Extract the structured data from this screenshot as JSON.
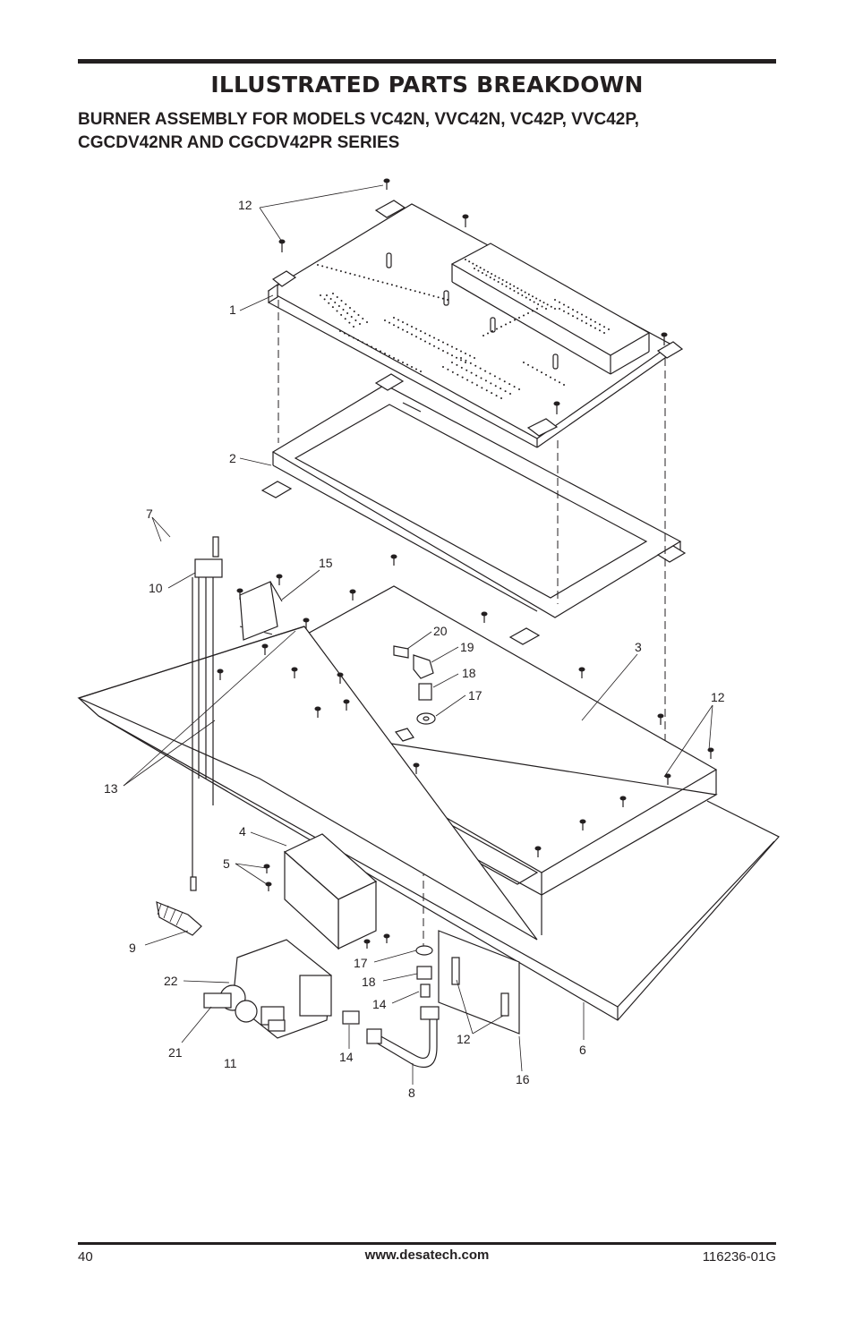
{
  "header": {
    "title": "ILLUSTRATED PARTS BREAKDOWN",
    "subtitle_line1": "BURNER ASSEMBLY FOR MODELS VC42N, VVC42N, VC42P, VVC42P,",
    "subtitle_line2": "CGCDV42NR AND CGCDV42PR SERIES"
  },
  "diagram": {
    "callouts": [
      {
        "id": "c12a",
        "text": "12"
      },
      {
        "id": "c1",
        "text": "1"
      },
      {
        "id": "c2",
        "text": "2"
      },
      {
        "id": "c7",
        "text": "7"
      },
      {
        "id": "c10",
        "text": "10"
      },
      {
        "id": "c15",
        "text": "15"
      },
      {
        "id": "c20",
        "text": "20"
      },
      {
        "id": "c19",
        "text": "19"
      },
      {
        "id": "c18a",
        "text": "18"
      },
      {
        "id": "c17a",
        "text": "17"
      },
      {
        "id": "c3",
        "text": "3"
      },
      {
        "id": "c12b",
        "text": "12"
      },
      {
        "id": "c13",
        "text": "13"
      },
      {
        "id": "c4",
        "text": "4"
      },
      {
        "id": "c5",
        "text": "5"
      },
      {
        "id": "c9",
        "text": "9"
      },
      {
        "id": "c17b",
        "text": "17"
      },
      {
        "id": "c18b",
        "text": "18"
      },
      {
        "id": "c22",
        "text": "22"
      },
      {
        "id": "c14a",
        "text": "14"
      },
      {
        "id": "c12c",
        "text": "12"
      },
      {
        "id": "c6",
        "text": "6"
      },
      {
        "id": "c21",
        "text": "21"
      },
      {
        "id": "c11",
        "text": "11"
      },
      {
        "id": "c14b",
        "text": "14"
      },
      {
        "id": "c8",
        "text": "8"
      },
      {
        "id": "c16",
        "text": "16"
      }
    ]
  },
  "footer": {
    "page_number": "40",
    "website": "www.desatech.com",
    "doc_number": "116236-01G"
  }
}
